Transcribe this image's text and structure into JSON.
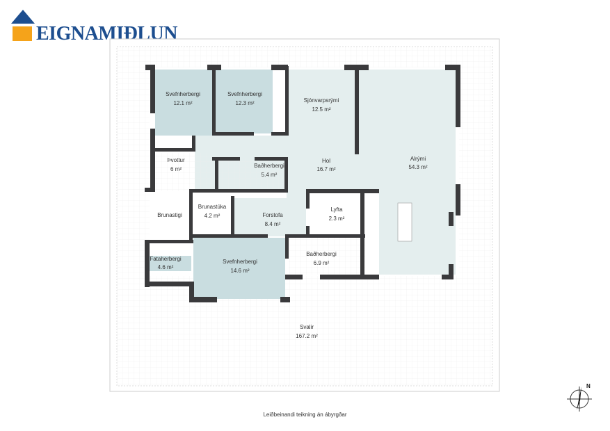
{
  "brand": {
    "name": "EIGNAMIÐLUN",
    "colors": {
      "roof": "#1d4e8f",
      "square": "#f5a31a",
      "text": "#1d4e8f"
    }
  },
  "rooms": [
    {
      "name": "Svefnherbergi",
      "area": "12.1 m²"
    },
    {
      "name": "Svefnherbergi",
      "area": "12.3 m²"
    },
    {
      "name": "Sjónvarpsrými",
      "area": "12.5 m²"
    },
    {
      "name": "Hol",
      "area": "16.7 m²"
    },
    {
      "name": "Alrými",
      "area": "54.3 m²"
    },
    {
      "name": "Þvottur",
      "area": "6 m²"
    },
    {
      "name": "Baðherbergi",
      "area": "5.4 m²"
    },
    {
      "name": "Brunastigi",
      "area": ""
    },
    {
      "name": "Brunastúka",
      "area": "4.2 m²"
    },
    {
      "name": "Forstofa",
      "area": "8.4 m²"
    },
    {
      "name": "Lyfta",
      "area": "2.3 m²"
    },
    {
      "name": "Fataherbergi",
      "area": "4.6 m²"
    },
    {
      "name": "Svefnherbergi",
      "area": "14.6 m²"
    },
    {
      "name": "Baðherbergi",
      "area": "6.9 m²"
    },
    {
      "name": "Svalir",
      "area": "167.2 m²"
    }
  ],
  "compass": {
    "north_label": "N"
  },
  "footer": "Leiðbeinandi teikning án ábyrgðar",
  "colors": {
    "bedroom": "#c9dde0",
    "living": "#e4eeee",
    "wall": "#3a3a3c",
    "terrace": "#fafafa"
  }
}
